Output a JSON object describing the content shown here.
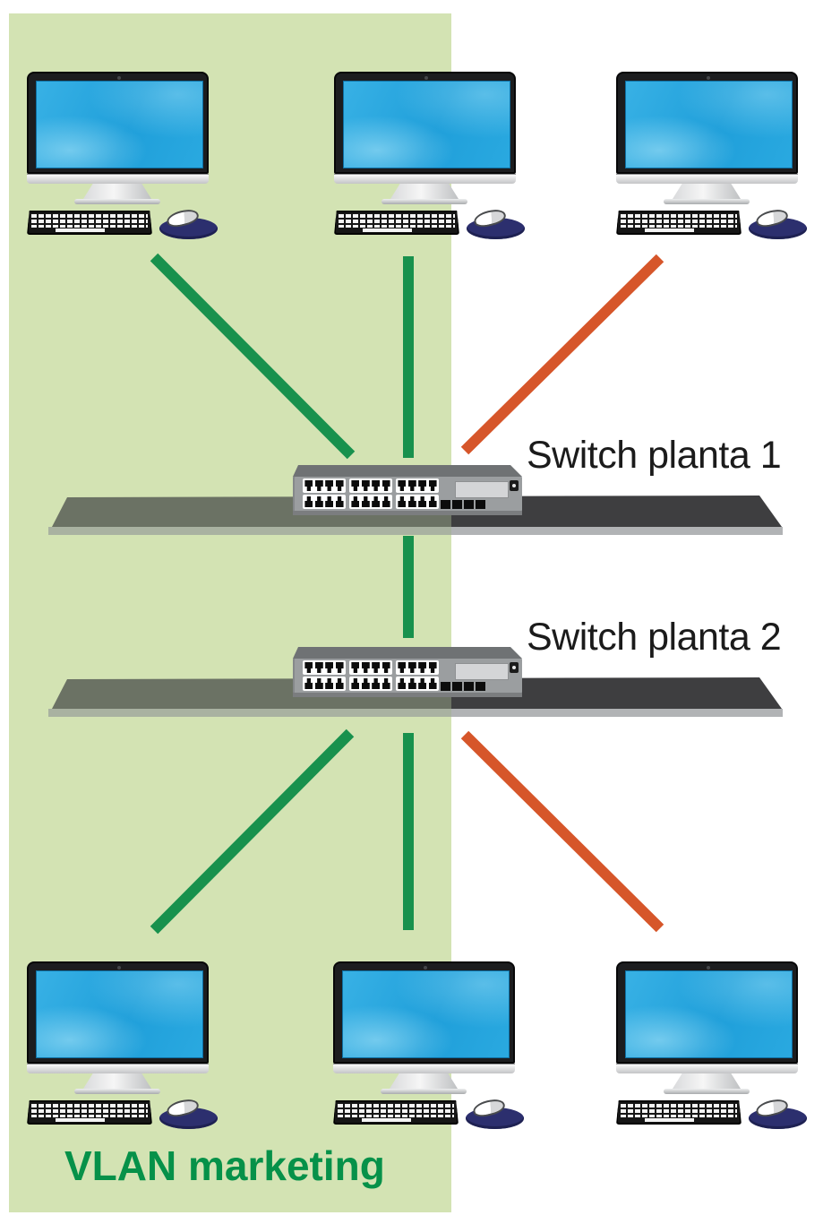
{
  "diagram": {
    "labels": {
      "switch1": "Switch planta 1",
      "switch2": "Switch planta 2",
      "vlan_zone": "VLAN marketing"
    },
    "colors": {
      "zone_background": "#d3e3b3",
      "vlan_link_green": "#18914d",
      "non_vlan_link_orange": "#d6562a",
      "vlan_label_green": "#069149",
      "shelf_dark": "#3e3e40",
      "shelf_edge_light": "#b1b3b5",
      "switch_body_gray": "#9b9ea0",
      "screen_blue": "#29a8e0",
      "mousepad_navy": "#2c2f6e"
    },
    "devices": {
      "switches": [
        {
          "id": "switch-1",
          "label": "Switch planta 1",
          "ports": 24
        },
        {
          "id": "switch-2",
          "label": "Switch planta 2",
          "ports": 24
        }
      ],
      "computers": [
        {
          "id": "pc-floor1-left",
          "floor": 1,
          "in_vlan": true
        },
        {
          "id": "pc-floor1-middle",
          "floor": 1,
          "in_vlan": true
        },
        {
          "id": "pc-floor1-right",
          "floor": 1,
          "in_vlan": false
        },
        {
          "id": "pc-floor2-left",
          "floor": 2,
          "in_vlan": true
        },
        {
          "id": "pc-floor2-middle",
          "floor": 2,
          "in_vlan": true
        },
        {
          "id": "pc-floor2-right",
          "floor": 2,
          "in_vlan": false
        }
      ]
    },
    "connections": [
      {
        "from": "pc-floor1-left",
        "to": "switch-1",
        "vlan": true
      },
      {
        "from": "pc-floor1-middle",
        "to": "switch-1",
        "vlan": true
      },
      {
        "from": "pc-floor1-right",
        "to": "switch-1",
        "vlan": false
      },
      {
        "from": "switch-1",
        "to": "switch-2",
        "vlan": true
      },
      {
        "from": "switch-2",
        "to": "pc-floor2-left",
        "vlan": true
      },
      {
        "from": "switch-2",
        "to": "pc-floor2-middle",
        "vlan": true
      },
      {
        "from": "switch-2",
        "to": "pc-floor2-right",
        "vlan": false
      }
    ]
  }
}
